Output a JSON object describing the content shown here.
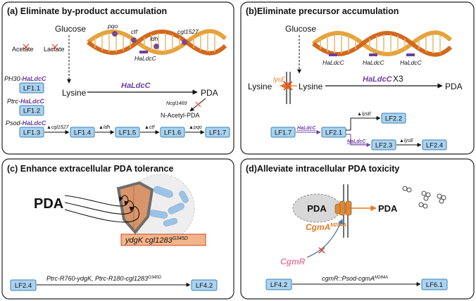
{
  "panels": {
    "a": {
      "title": "(a) Eliminate by-product accumulation",
      "glucose": "Glucose",
      "acetate": "Acetate",
      "lactate": "Lactate",
      "genes": {
        "pqo": "pqo",
        "ctf": "ctf",
        "ldh": "ldh",
        "cgl1527": "cgl1527",
        "haldcc": "HaLdcC"
      },
      "lysine": "Lysine",
      "enzyme": "HaLdcC",
      "pda": "PDA",
      "ncgl": "Ncgl1469",
      "acetyl_pda": "N-Acetyl-PDA",
      "promoters": [
        {
          "prefix": "PH30-",
          "gene": "HaLdcC",
          "box": "LF1.1"
        },
        {
          "prefix": "Ptrc-",
          "gene": "HaLdcC",
          "box": "LF1.2"
        },
        {
          "prefix": "Psod-",
          "gene": "HaLdcC",
          "box": "LF1.3"
        }
      ],
      "chain": [
        "LF1.3",
        "LF1.4",
        "LF1.5",
        "LF1.6",
        "LF1.7"
      ],
      "chain_labels": [
        "▲cgl1527",
        "▲ldh",
        "▲ctf",
        "▲pqo"
      ]
    },
    "b": {
      "title": "(b)Eliminate precursor accumulation",
      "glucose": "Glucose",
      "genes": [
        "HaLdcC",
        "HaLdcC",
        "HaLdcC"
      ],
      "lyse": "lysE",
      "lysine_out": "Lysine",
      "lysine_in": "Lysine",
      "enzyme": "HaLdcC",
      "times": "X3",
      "pda": "PDA",
      "boxes": [
        "LF1.7",
        "LF2.1",
        "LF2.2",
        "LF2.3",
        "LF2.4"
      ],
      "arrow_labels": {
        "haldcc1": "HaLdcC",
        "lyse1": "▲lysE",
        "haldcc2": "HaLdcC",
        "lyse2": "▲lysE"
      }
    },
    "c": {
      "title": "(c) Enhance extracellular PDA tolerance",
      "pda": "PDA",
      "gene1": "ydgK",
      "gene2": "cgl1283",
      "gene2_sup": "G345D",
      "box_from": "LF2.4",
      "box_to": "LF4.2",
      "arrow_label": "Ptrc-R760-ydgK, Ptrc-R180-cgl1283",
      "arrow_label_sup": "G345D"
    },
    "d": {
      "title": "(d)Alleviate intracellular PDA toxicity",
      "pda_in": "PDA",
      "pda_out": "PDA",
      "cgma": "CgmA",
      "cgma_sup": "M284A",
      "cgmr": "CgmR",
      "box_from": "LF4.2",
      "box_to": "LF6.1",
      "arrow_label": "cgmR::Psod-cgmA",
      "arrow_label_sup": "M284A"
    }
  },
  "colors": {
    "purple": "#6b3fa0",
    "box_fill": "#a9d3f0",
    "red": "#d8392b",
    "orange": "#e07b28",
    "pink": "#e77fa4",
    "dna_gold": "#e6a23c",
    "dna_orange": "#d2691e"
  }
}
